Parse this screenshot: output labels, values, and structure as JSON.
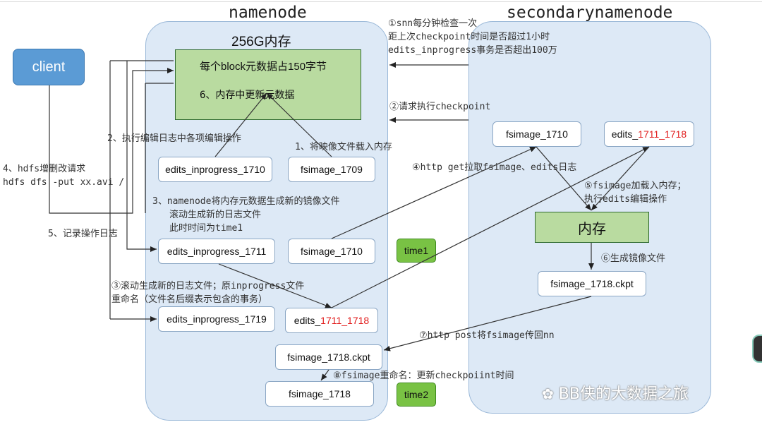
{
  "namenode": {
    "title": "namenode",
    "memory_label": "256G内存",
    "memory_box": {
      "line1": "每个block元数据占150字节",
      "line2": "6、内存中更新元数据"
    },
    "files": {
      "edits_1710": "edits_inprogress_1710",
      "fsimage_1709": "fsimage_1709",
      "edits_1711": "edits_inprogress_1711",
      "fsimage_1710": "fsimage_1710",
      "edits_1719": "edits_inprogress_1719",
      "edits_range_prefix": "edits_",
      "edits_range": "1711_1718",
      "fsimage_ckpt": "fsimage_1718.ckpt",
      "fsimage_1718": "fsimage_1718"
    },
    "time1": "time1",
    "time2": "time2"
  },
  "secondary": {
    "title": "secondarynamenode",
    "fsimage_1710": "fsimage_1710",
    "edits_prefix": "edits_",
    "edits_range": "1711_1718",
    "memory": "内存",
    "fsimage_ckpt": "fsimage_1718.ckpt"
  },
  "client": {
    "label": "client"
  },
  "annotations": {
    "snn_check": [
      "①snn每分钟检查一次",
      "距上次checkpoint时间是否超过1小时",
      "edits_inprogress事务是否超出100万"
    ],
    "request_checkpoint": "②请求执行checkpoint",
    "roll_new_log": [
      "③滚动生成新的日志文件；原inprogress文件",
      "重命名（文件名后缀表示包含的事务）"
    ],
    "http_get": "④http get拉取fsimage、edits日志",
    "load_memory": [
      "⑤fsimage加载入内存；",
      "执行edits编辑操作"
    ],
    "gen_image": "⑥生成镜像文件",
    "http_post": "⑦http post将fsimage传回nn",
    "rename": "⑧fsimage重命名：更新checkpoiint时间",
    "step1": "1、将映像文件载入内存",
    "step2": "2、执行编辑日志中各项编辑操作",
    "step3": [
      "3、namenode将内存元数据生成新的镜像文件",
      "滚动生成新的日志文件",
      "此时时间为time1"
    ],
    "step4": [
      "4、hdfs增删改请求",
      "hdfs dfs  -put xx.avi /"
    ],
    "step5": "5、记录操作日志"
  },
  "watermark": "BB侠的大数据之旅"
}
